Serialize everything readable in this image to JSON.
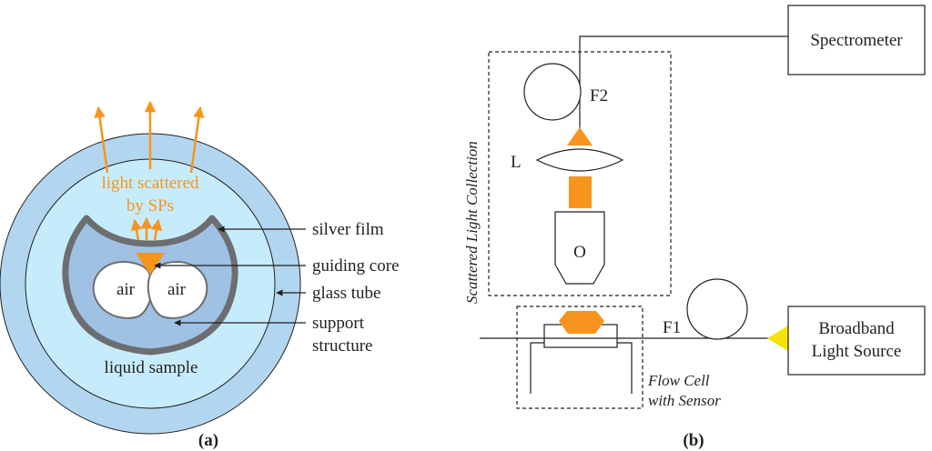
{
  "colors": {
    "outer_tube": "#b2d6ef",
    "liquid": "#c6ecfb",
    "support": "#9fc1e4",
    "silver": "#6d6e71",
    "accent": "#f7941d",
    "source": "#f6e400",
    "line": "#231f20"
  },
  "panel_a": {
    "scatter_label_1": "light scattered",
    "scatter_label_2": "by SPs",
    "air_left": "air",
    "air_right": "air",
    "liquid_sample": "liquid sample",
    "silver_film": "silver film",
    "guiding_core": "guiding core",
    "glass_tube": "glass tube",
    "support_structure_1": "support",
    "support_structure_2": "structure",
    "caption": "(a)"
  },
  "panel_b": {
    "spectrometer": "Spectrometer",
    "scattered_light_collection": "Scattered Light Collection",
    "f2": "F2",
    "lens": "L",
    "objective": "O",
    "f1": "F1",
    "broadband_1": "Broadband",
    "broadband_2": "Light Source",
    "flow_cell_1": "Flow Cell",
    "flow_cell_2": "with Sensor",
    "caption": "(b)"
  }
}
